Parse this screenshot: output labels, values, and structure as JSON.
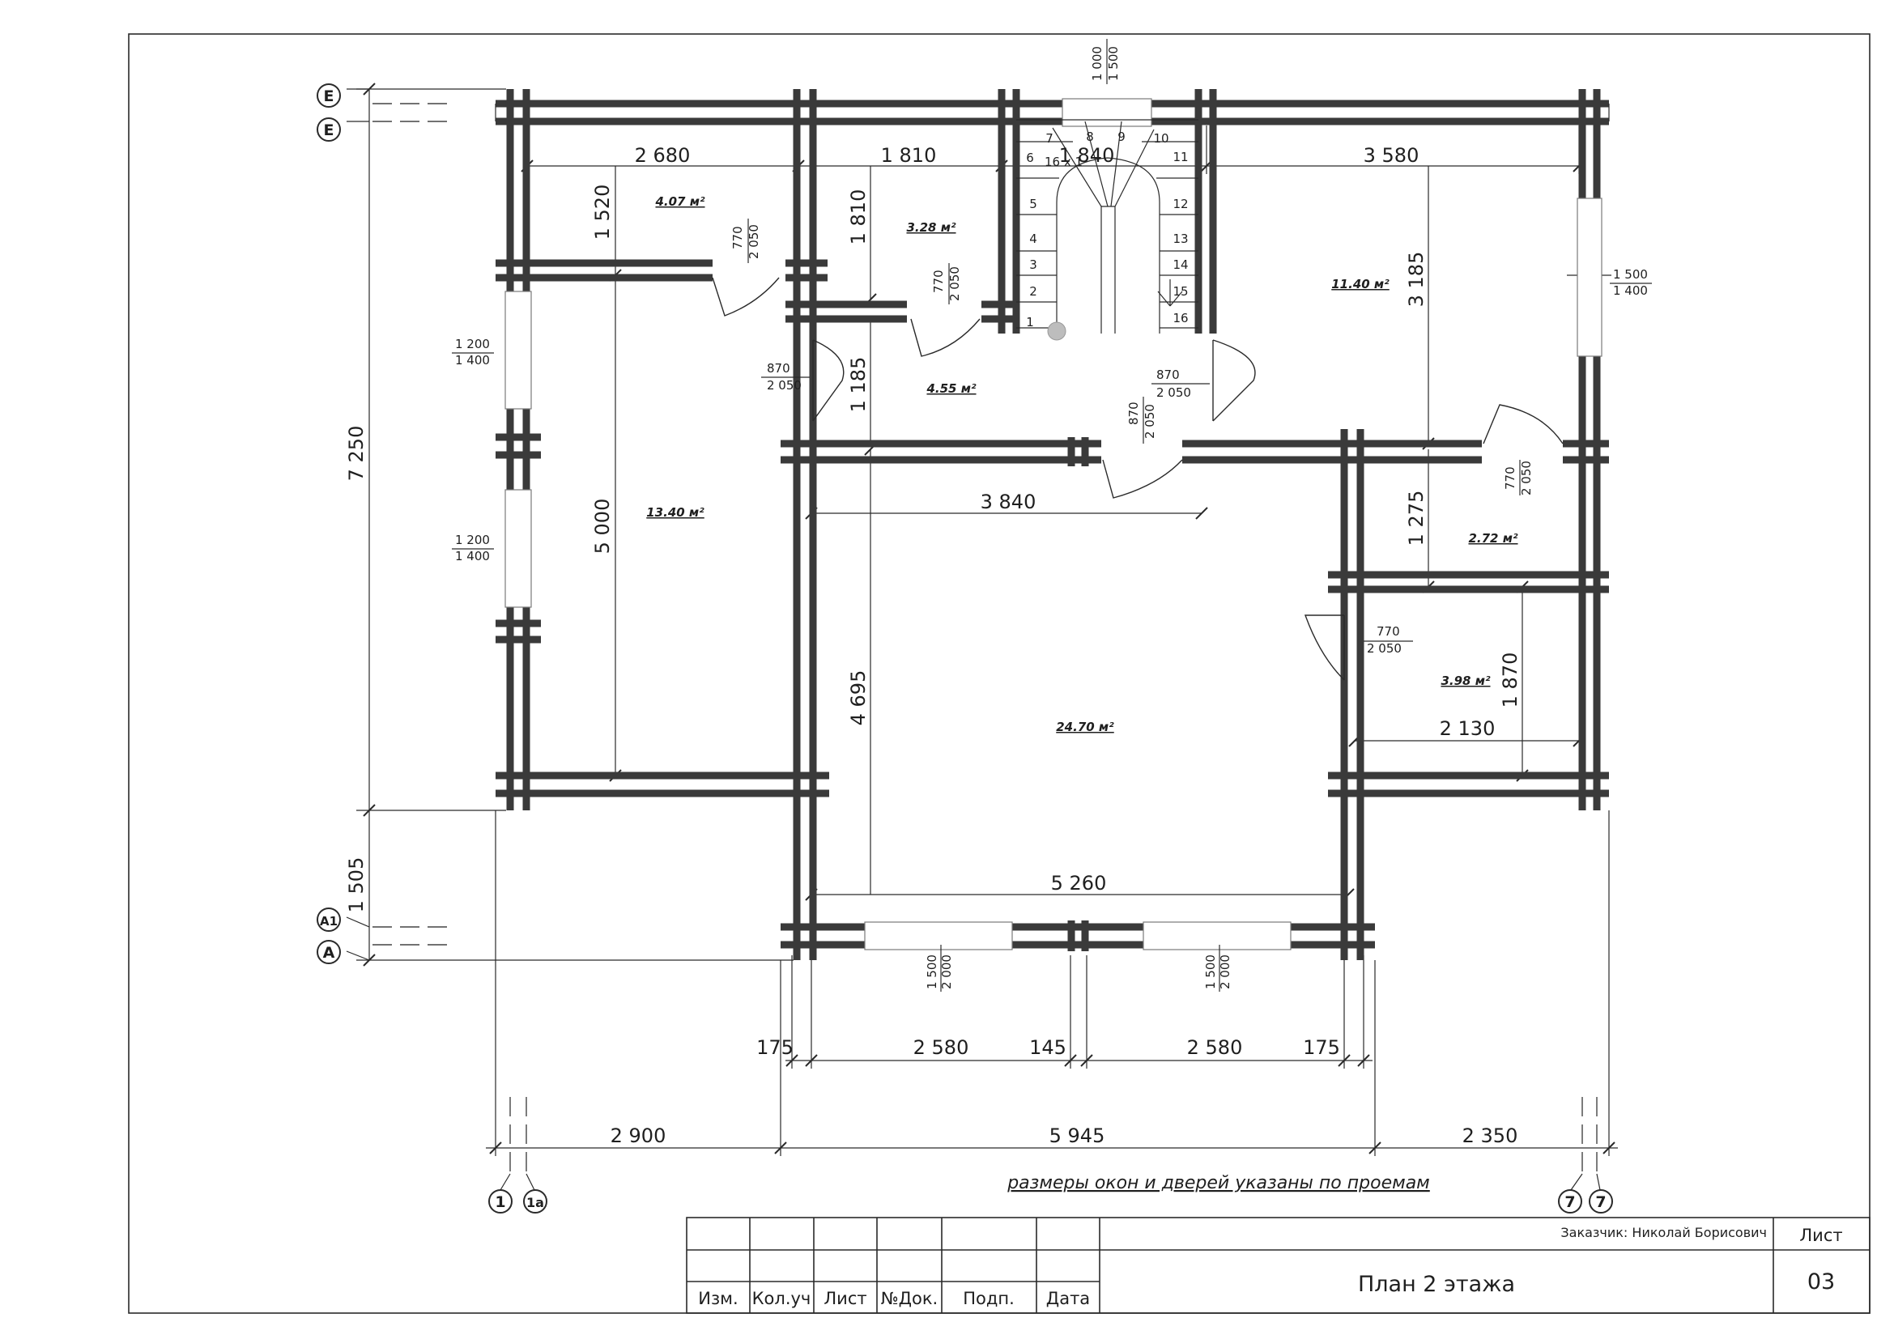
{
  "drawing": {
    "overall": {
      "height": "7 250",
      "bottom_offset": "1 505"
    },
    "axes": {
      "left": [
        "E",
        "E",
        "A1",
        "A"
      ],
      "bottom": [
        "1",
        "1a",
        "7",
        "7"
      ]
    },
    "dimensions": {
      "top_row": [
        "2 680",
        "1 810",
        "1 840",
        "3 580"
      ],
      "verticals": [
        "1 520",
        "1 810",
        "3 185",
        "1 185",
        "5 000",
        "1 275",
        "4 695",
        "1 870"
      ],
      "interior": [
        "3 840",
        "2 130",
        "5 260"
      ],
      "bottom_detail": [
        "175",
        "2 580",
        "145",
        "2 580",
        "175"
      ],
      "bottom_overall": [
        "2 900",
        "5 945",
        "2 350"
      ]
    },
    "openings": {
      "top_window": [
        "1 000",
        "1 500"
      ],
      "right_window": [
        "1 500",
        "1 400"
      ],
      "left_window_1": [
        "1 200",
        "1 400"
      ],
      "left_window_2": [
        "1 200",
        "1 400"
      ],
      "door_wc_top": [
        "770",
        "2 050"
      ],
      "door_room2": [
        "770",
        "2 050"
      ],
      "door_left_hall": [
        "870",
        "2 050"
      ],
      "door_stair_side": [
        "870",
        "2 050"
      ],
      "door_hall_bottom": [
        "870",
        "2 050"
      ],
      "door_right_room": [
        "770",
        "2 050"
      ],
      "door_right_lower": [
        "770",
        "2 050"
      ],
      "bottom_window_1": [
        "1 500",
        "2 000"
      ],
      "bottom_window_2": [
        "1 500",
        "2 000"
      ]
    },
    "rooms": {
      "r1": "4.07 м²",
      "r2": "3.28 м²",
      "r3": "11.40 м²",
      "r4": "4.55 м²",
      "r5": "13.40 м²",
      "r6": "2.72 м²",
      "r7": "3.98 м²",
      "r8": "24.70 м²"
    },
    "stair": {
      "label": "16 x 1",
      "steps": [
        "1",
        "2",
        "3",
        "4",
        "5",
        "6",
        "7",
        "8",
        "9",
        "10",
        "11",
        "12",
        "13",
        "14",
        "15",
        "16"
      ]
    },
    "note": "размеры окон и дверей указаны по проемам"
  },
  "title_block": {
    "headers": [
      "Изм.",
      "Кол.уч",
      "Лист",
      "№Док.",
      "Подп.",
      "Дата"
    ],
    "customer": "Заказчик: Николай Борисович",
    "title": "План 2 этажа",
    "sheet_label": "Лист",
    "sheet_number": "03"
  }
}
